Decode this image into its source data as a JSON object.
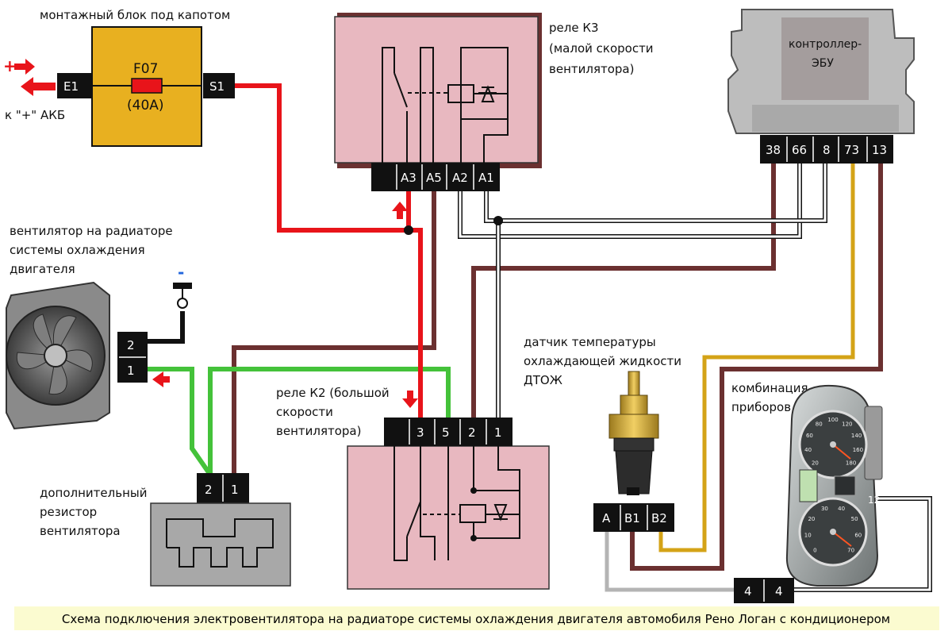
{
  "colors": {
    "power_red": "#e8141a",
    "ground_black": "#111111",
    "wire_brown": "#6b3030",
    "wire_green": "#44c23a",
    "wire_yellow": "#d4a317",
    "wire_gray": "#b4b4b4",
    "relay_fill": "#e8b8c0",
    "fuse_block_fill": "#e8b020",
    "resistor_fill": "#a8a8a8",
    "ecu_fill": "#bdbdbd",
    "caption_bg": "#fbfbd0"
  },
  "fuse_block": {
    "title": "монтажный блок под капотом",
    "fuse_name": "F07",
    "fuse_rating": "(40A)",
    "pin_in": "E1",
    "pin_out": "S1",
    "plus_sign": "+",
    "battery_label": "к \"+\" АКБ"
  },
  "relay_k3": {
    "label_line1": "реле К3",
    "label_line2": "(малой скорости",
    "label_line3": "вентилятора)",
    "pins": [
      "A3",
      "A5",
      "A2",
      "A1"
    ]
  },
  "ecu": {
    "label_line1": "контроллер-",
    "label_line2": "ЭБУ",
    "pins": [
      "38",
      "66",
      "8",
      "73",
      "13"
    ]
  },
  "fan": {
    "label_line1": "вентилятор на радиаторе",
    "label_line2": "системы охлаждения",
    "label_line3": "двигателя",
    "ground_sign": "-",
    "pins": [
      "2",
      "1"
    ],
    "icon": "radiator-fan-icon"
  },
  "relay_k2": {
    "label_line1": "реле К2 (большой",
    "label_line2": "скорости",
    "label_line3": "вентилятора)",
    "pins": [
      "3",
      "5",
      "2",
      "1"
    ]
  },
  "resistor": {
    "label_line1": "дополнительный",
    "label_line2": "резистор",
    "label_line3": "вентилятора",
    "pins": [
      "2",
      "1"
    ]
  },
  "temp_sensor": {
    "label_line1": "датчик температуры",
    "label_line2": "охлаждающей жидкости",
    "label_line3": "ДТОЖ",
    "pins": [
      "A",
      "B1",
      "B2"
    ],
    "icon": "coolant-temp-sensor-icon"
  },
  "cluster": {
    "label_line1": "комбинация",
    "label_line2": "приборов",
    "pin_12": "12",
    "connector_pins": [
      "4",
      "4"
    ],
    "icon": "instrument-cluster-icon",
    "speedo_ticks": [
      "20",
      "40",
      "60",
      "80",
      "100",
      "120",
      "140",
      "160",
      "180"
    ],
    "tacho_ticks": [
      "0",
      "10",
      "20",
      "30",
      "40",
      "50",
      "60",
      "70"
    ]
  },
  "caption": "Схема подключения электровентилятора на радиаторе системы охлаждения двигателя автомобиля Рено Логан с кондиционером"
}
